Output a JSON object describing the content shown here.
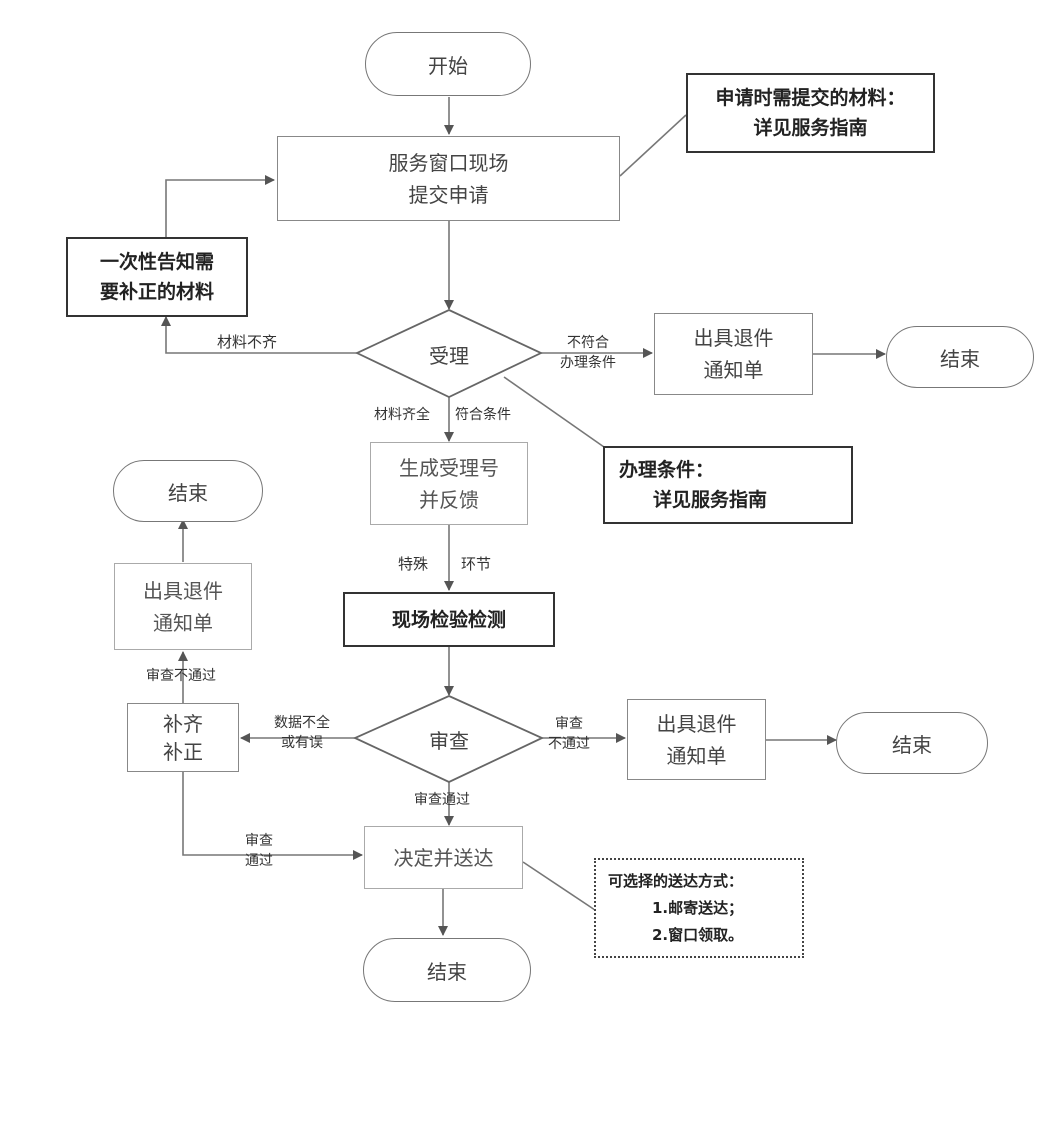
{
  "nodes": {
    "start": "开始",
    "submit": [
      "服务窗口现场",
      "提交申请"
    ],
    "materials_note": [
      "申请时需提交的材料：",
      "详见服务指南"
    ],
    "notify_correction": [
      "一次性告知需",
      "要补正的材料"
    ],
    "accept": "受理",
    "reject_notice_1": [
      "出具退件",
      "通知单"
    ],
    "end_1": "结束",
    "conditions_note": [
      "办理条件：",
      "详见服务指南"
    ],
    "generate_number": [
      "生成受理号",
      "并反馈"
    ],
    "onsite_inspection": "现场检验检测",
    "end_2": "结束",
    "reject_notice_2": [
      "出具退件",
      "通知单"
    ],
    "supplement": [
      "补齐",
      "补正"
    ],
    "review": "审查",
    "reject_notice_3": [
      "出具退件",
      "通知单"
    ],
    "end_3": "结束",
    "decide_deliver": "决定并送达",
    "delivery_note": [
      "可选择的送达方式：",
      "1.邮寄送达；",
      "2.窗口领取。"
    ],
    "end_4": "结束"
  },
  "labels": {
    "materials_incomplete": "材料不齐",
    "not_eligible": [
      "不符合",
      "办理条件"
    ],
    "materials_complete": "材料齐全",
    "eligible": "符合条件",
    "special": "特殊",
    "stage": "环节",
    "review_fail_left": "审查不通过",
    "data_incomplete": [
      "数据不全",
      "或有误"
    ],
    "review_fail_right": [
      "审查",
      "不通过"
    ],
    "review_pass": "审查通过",
    "review_pass_left": [
      "审查",
      "通过"
    ]
  }
}
